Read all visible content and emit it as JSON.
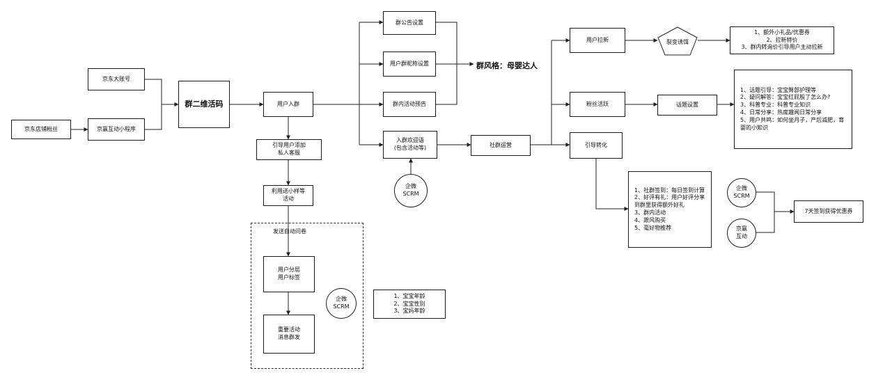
{
  "nodes": {
    "jd_store_fans": "京东店铺粉丝",
    "jd_big_account": "京东大账号",
    "jingying_mini": "京赢互动小程序",
    "group_qr": "群二维活码",
    "user_join": "用户入群",
    "guide_add": "引导用户添加\n私人客服",
    "sample_activity": "利用送小样等\n活动",
    "questionnaire_label": "发送自动问卷",
    "user_layer": "用户分层\n用户标签",
    "important_msg": "重要活动\n消息群发",
    "qiwei_scrm_mid": "企微\nSCRM",
    "baby_info": "1、宝宝年龄\n2、宝宝性别\n3、宝妈年龄",
    "group_notice": "群公告设置",
    "group_nickname": "用户群昵称设置",
    "group_preview": "群内活动预告",
    "group_style": "群风格：母婴达人",
    "welcome": "入群欢迎语\n(包含活动等)",
    "qiwei_scrm_welcome": "企微\nSCRM",
    "community_ops": "社群运营",
    "user_pullnew": "用户拉新",
    "fission_bait": "裂变诱饵",
    "pullnew_list": "1、额外小礼品/优惠券\n2、拉新特价\n3、群内转询价引导用户主动拉新",
    "fans_active": "粉丝活跃",
    "topic_setting": "话题设置",
    "topic_list": "1、话题引导：宝宝臀部护理等\n2、疑问解答：宝宝红屁股了怎么办?\n3、科普专业：科普专业知识\n4、日常分享：热度趣闻日常分享\n5、用户共鸣：如何坐月子，产后减肥，育婴的小知识",
    "guide_convert": "引导转化",
    "convert_list": "1、社群签到：每日签到计算\n2、好评有礼：用户好评分享到群里获得额外好礼\n3、群内活动\n4、跟风购买\n5、毫好物推荐",
    "qiwei_scrm_right": "企微\nSCRM",
    "jingying_right": "京赢\n互动",
    "checkin_coupon": "7天签到获得优惠券"
  }
}
